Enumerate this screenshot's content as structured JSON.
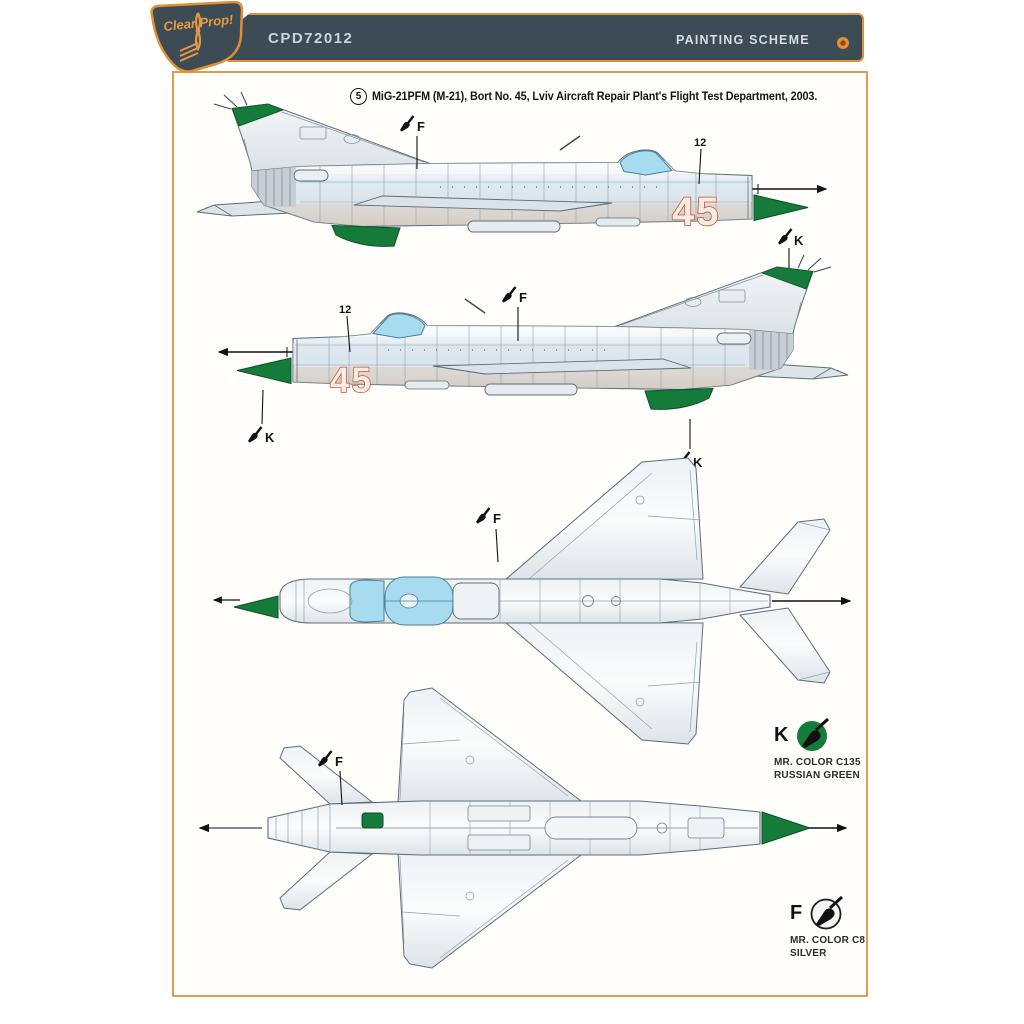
{
  "header": {
    "logo": {
      "brand": "Clear Prop!"
    },
    "product_code": "CPD72012",
    "title": "PAINTING SCHEME"
  },
  "scheme": {
    "number": "5",
    "description": "MiG-21PFM (M-21), Bort No. 45, Lviv Aircraft Repair Plant's Flight Test Department, 2003."
  },
  "labels": {
    "silver": "F",
    "green": "K",
    "stencil": "12",
    "bort_number": "45"
  },
  "legend": {
    "green": {
      "code": "K",
      "paint": "MR. COLOR C135",
      "name": "RUSSIAN GREEN",
      "swatch": "#157b3b"
    },
    "silver": {
      "code": "F",
      "paint": "MR. COLOR C8",
      "name": "SILVER",
      "swatch": "#f2f2f0"
    }
  },
  "colors": {
    "accent_orange": "#e28e35",
    "header_bg": "#3d4b55",
    "frame_border": "#d9a04e",
    "russian_green": "#157b3b",
    "bort_red": "#c8502f",
    "canopy_blue": "#a7dbf0"
  }
}
